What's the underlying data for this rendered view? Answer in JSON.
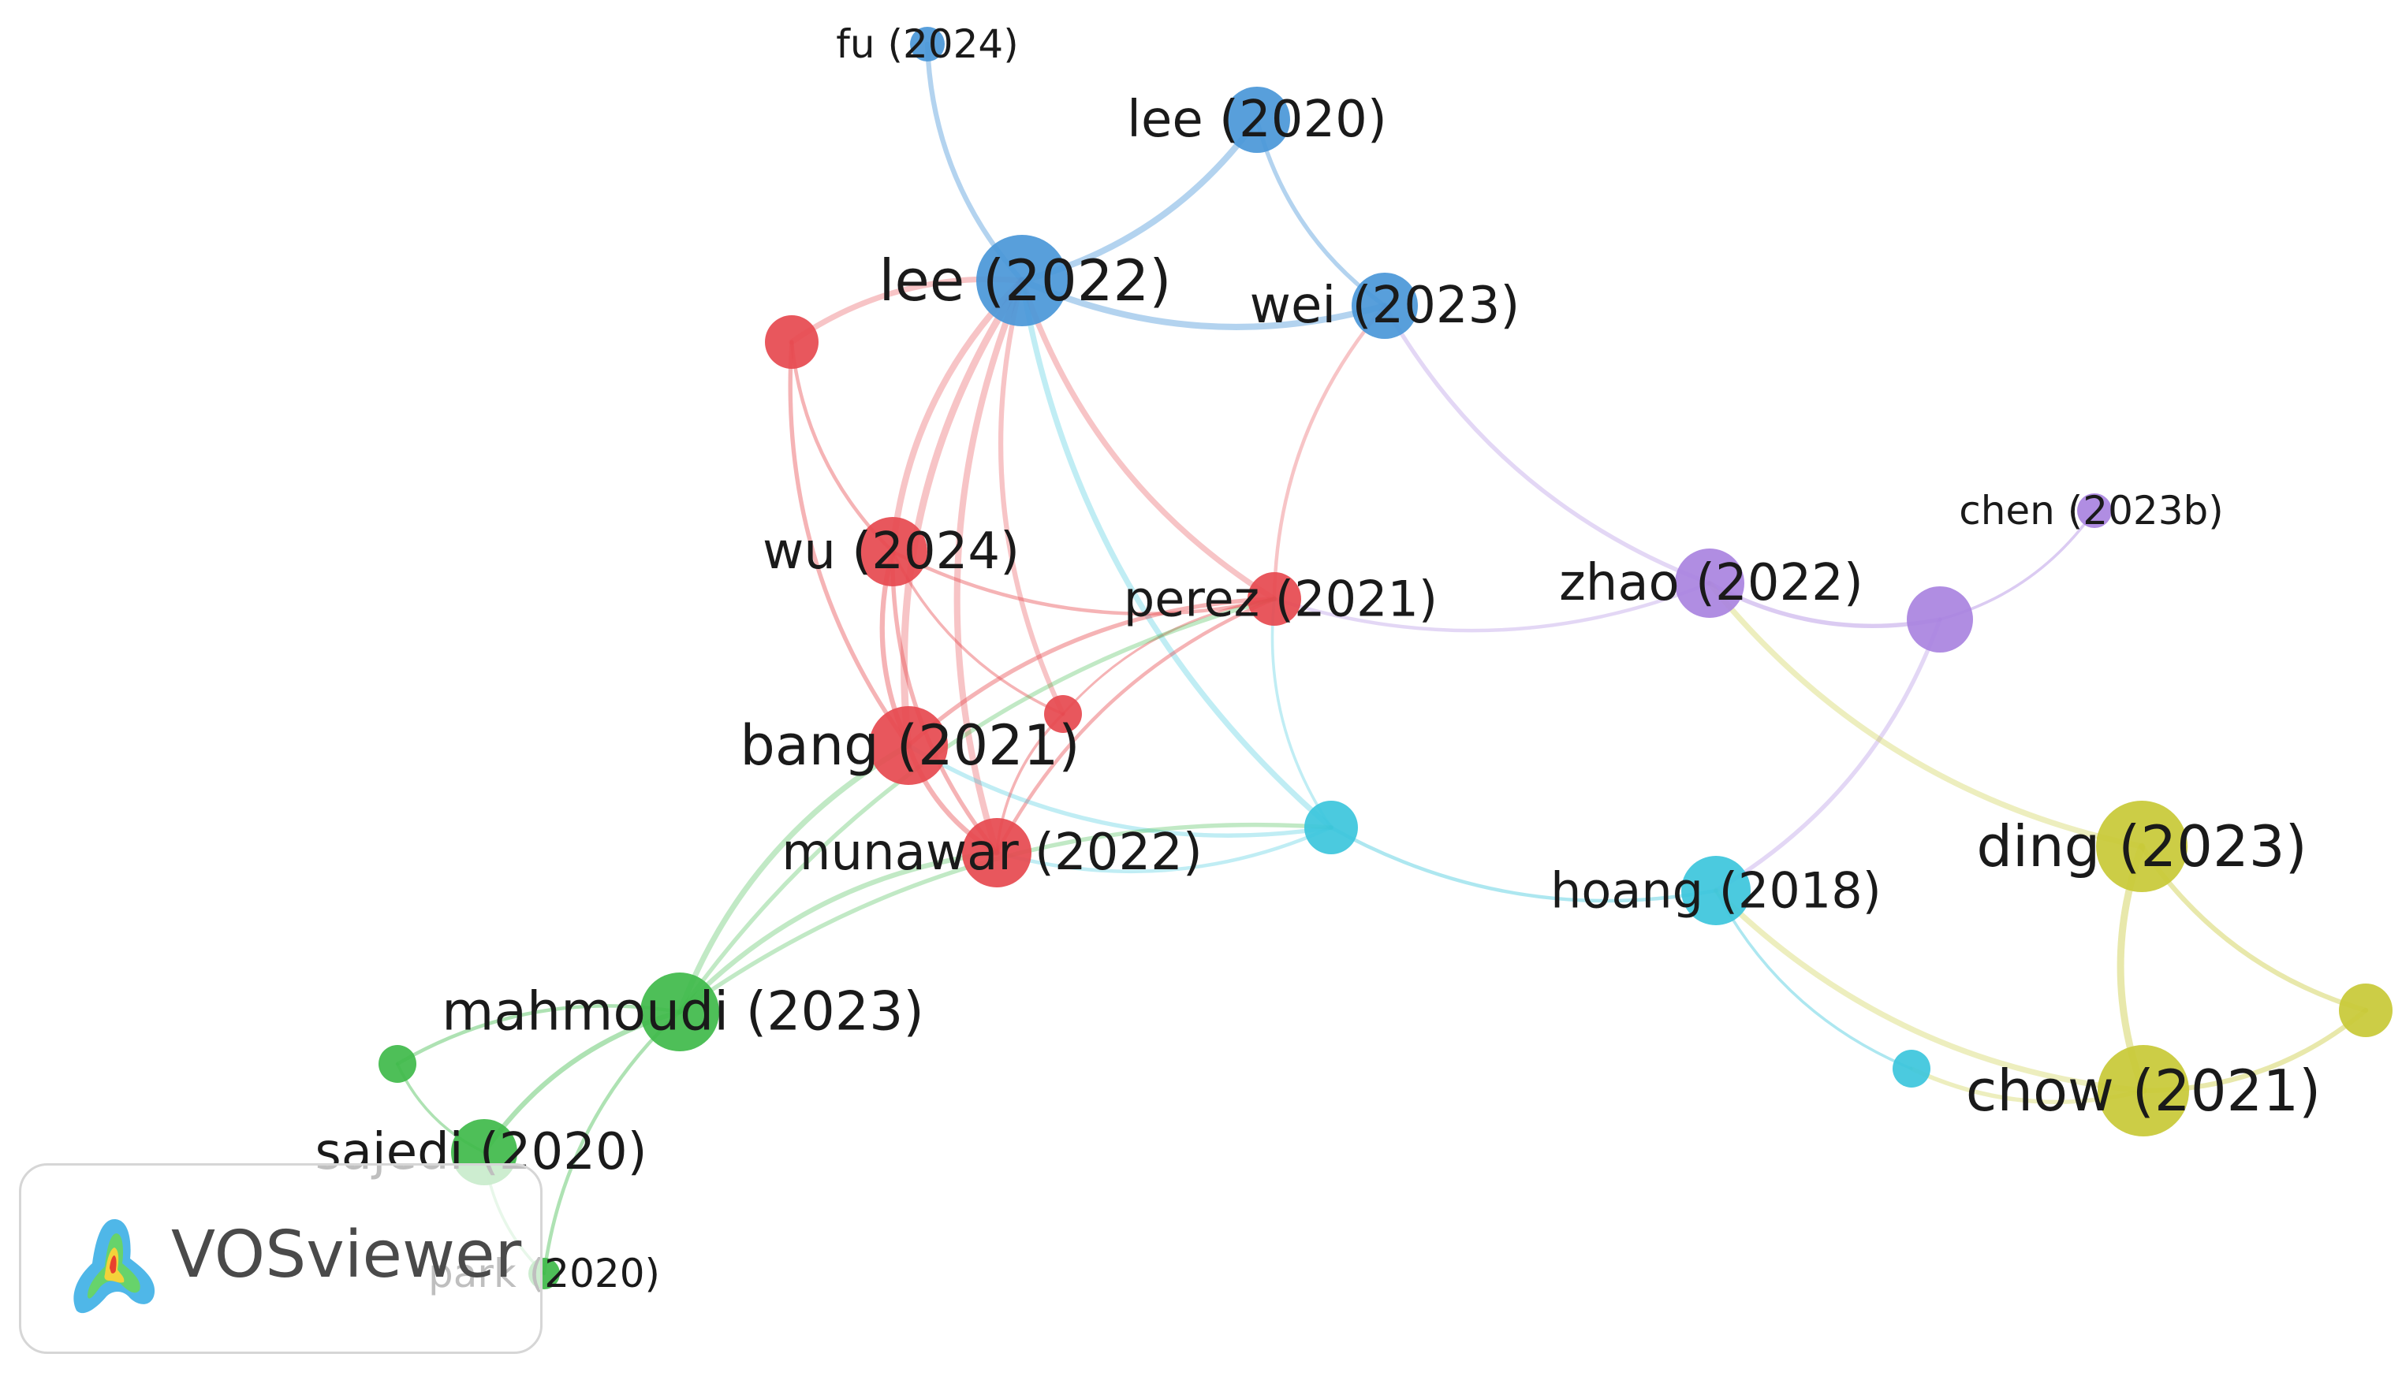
{
  "app": {
    "logo_text": "VOSviewer"
  },
  "colors": {
    "red": "#e6494f",
    "blue": "#4a97d8",
    "green": "#3fba4a",
    "cyan": "#3cc6dc",
    "purple": "#a983e0",
    "yellow": "#c8c936"
  },
  "nodes": [
    {
      "id": "fu2024",
      "label": "fu (2024)",
      "cluster": "blue",
      "weight": 1
    },
    {
      "id": "lee2020",
      "label": "lee (2020)",
      "cluster": "blue",
      "weight": 3
    },
    {
      "id": "lee2022",
      "label": "lee (2022)",
      "cluster": "blue",
      "weight": 6
    },
    {
      "id": "wei2023",
      "label": "wei (2023)",
      "cluster": "blue",
      "weight": 3
    },
    {
      "id": "red_unlabeled_top",
      "label": "",
      "cluster": "red",
      "weight": 2
    },
    {
      "id": "wu2024",
      "label": "wu (2024)",
      "cluster": "red",
      "weight": 3
    },
    {
      "id": "perez2021",
      "label": "perez (2021)",
      "cluster": "red",
      "weight": 2
    },
    {
      "id": "red_unlabeled_small",
      "label": "",
      "cluster": "red",
      "weight": 1
    },
    {
      "id": "bang2021",
      "label": "bang (2021)",
      "cluster": "red",
      "weight": 4
    },
    {
      "id": "munawar2022",
      "label": "munawar (2022)",
      "cluster": "red",
      "weight": 3
    },
    {
      "id": "cyan_unlabeled",
      "label": "",
      "cluster": "cyan",
      "weight": 2
    },
    {
      "id": "hoang2018",
      "label": "hoang (2018)",
      "cluster": "cyan",
      "weight": 3
    },
    {
      "id": "cyan_unlabeled_small",
      "label": "",
      "cluster": "cyan",
      "weight": 1
    },
    {
      "id": "zhao2022",
      "label": "zhao (2022)",
      "cluster": "purple",
      "weight": 3
    },
    {
      "id": "chen2023b",
      "label": "chen (2023b)",
      "cluster": "purple",
      "weight": 1
    },
    {
      "id": "purple_unlabeled",
      "label": "",
      "cluster": "purple",
      "weight": 3
    },
    {
      "id": "ding2023",
      "label": "ding (2023)",
      "cluster": "yellow",
      "weight": 5
    },
    {
      "id": "chow2021",
      "label": "chow (2021)",
      "cluster": "yellow",
      "weight": 5
    },
    {
      "id": "yellow_unlabeled",
      "label": "",
      "cluster": "yellow",
      "weight": 2
    },
    {
      "id": "mahmoudi2023",
      "label": "mahmoudi (2023)",
      "cluster": "green",
      "weight": 4
    },
    {
      "id": "green_unlabeled",
      "label": "",
      "cluster": "green",
      "weight": 1
    },
    {
      "id": "sajedi2020",
      "label": "sajedi (2020)",
      "cluster": "green",
      "weight": 3
    },
    {
      "id": "park2020",
      "label": "park (2020)",
      "cluster": "green",
      "weight": 1
    }
  ],
  "links": [
    [
      "fu2024",
      "lee2022"
    ],
    [
      "lee2022",
      "lee2020"
    ],
    [
      "lee2020",
      "wei2023"
    ],
    [
      "lee2022",
      "wei2023"
    ],
    [
      "lee2022",
      "red_unlabeled_top"
    ],
    [
      "red_unlabeled_top",
      "wu2024"
    ],
    [
      "red_unlabeled_top",
      "bang2021"
    ],
    [
      "lee2022",
      "wu2024"
    ],
    [
      "lee2022",
      "bang2021"
    ],
    [
      "lee2022",
      "munawar2022"
    ],
    [
      "lee2022",
      "red_unlabeled_small"
    ],
    [
      "lee2022",
      "perez2021"
    ],
    [
      "lee2022",
      "cyan_unlabeled"
    ],
    [
      "wei2023",
      "perez2021"
    ],
    [
      "wei2023",
      "zhao2022"
    ],
    [
      "wu2024",
      "perez2021"
    ],
    [
      "wu2024",
      "bang2021"
    ],
    [
      "wu2024",
      "munawar2022"
    ],
    [
      "wu2024",
      "red_unlabeled_small"
    ],
    [
      "perez2021",
      "bang2021"
    ],
    [
      "perez2021",
      "munawar2022"
    ],
    [
      "perez2021",
      "red_unlabeled_small"
    ],
    [
      "perez2021",
      "cyan_unlabeled"
    ],
    [
      "perez2021",
      "zhao2022"
    ],
    [
      "perez2021",
      "mahmoudi2023"
    ],
    [
      "bang2021",
      "munawar2022"
    ],
    [
      "bang2021",
      "mahmoudi2023"
    ],
    [
      "bang2021",
      "cyan_unlabeled"
    ],
    [
      "munawar2022",
      "mahmoudi2023"
    ],
    [
      "munawar2022",
      "cyan_unlabeled"
    ],
    [
      "red_unlabeled_small",
      "munawar2022"
    ],
    [
      "cyan_unlabeled",
      "hoang2018"
    ],
    [
      "cyan_unlabeled",
      "mahmoudi2023"
    ],
    [
      "hoang2018",
      "purple_unlabeled"
    ],
    [
      "hoang2018",
      "cyan_unlabeled_small"
    ],
    [
      "hoang2018",
      "chow2021"
    ],
    [
      "cyan_unlabeled_small",
      "chow2021"
    ],
    [
      "zhao2022",
      "purple_unlabeled"
    ],
    [
      "zhao2022",
      "ding2023"
    ],
    [
      "purple_unlabeled",
      "chen2023b"
    ],
    [
      "ding2023",
      "chow2021"
    ],
    [
      "ding2023",
      "yellow_unlabeled"
    ],
    [
      "chow2021",
      "yellow_unlabeled"
    ],
    [
      "mahmoudi2023",
      "green_unlabeled"
    ],
    [
      "mahmoudi2023",
      "sajedi2020"
    ],
    [
      "mahmoudi2023",
      "park2020"
    ],
    [
      "green_unlabeled",
      "sajedi2020"
    ],
    [
      "sajedi2020",
      "park2020"
    ]
  ]
}
